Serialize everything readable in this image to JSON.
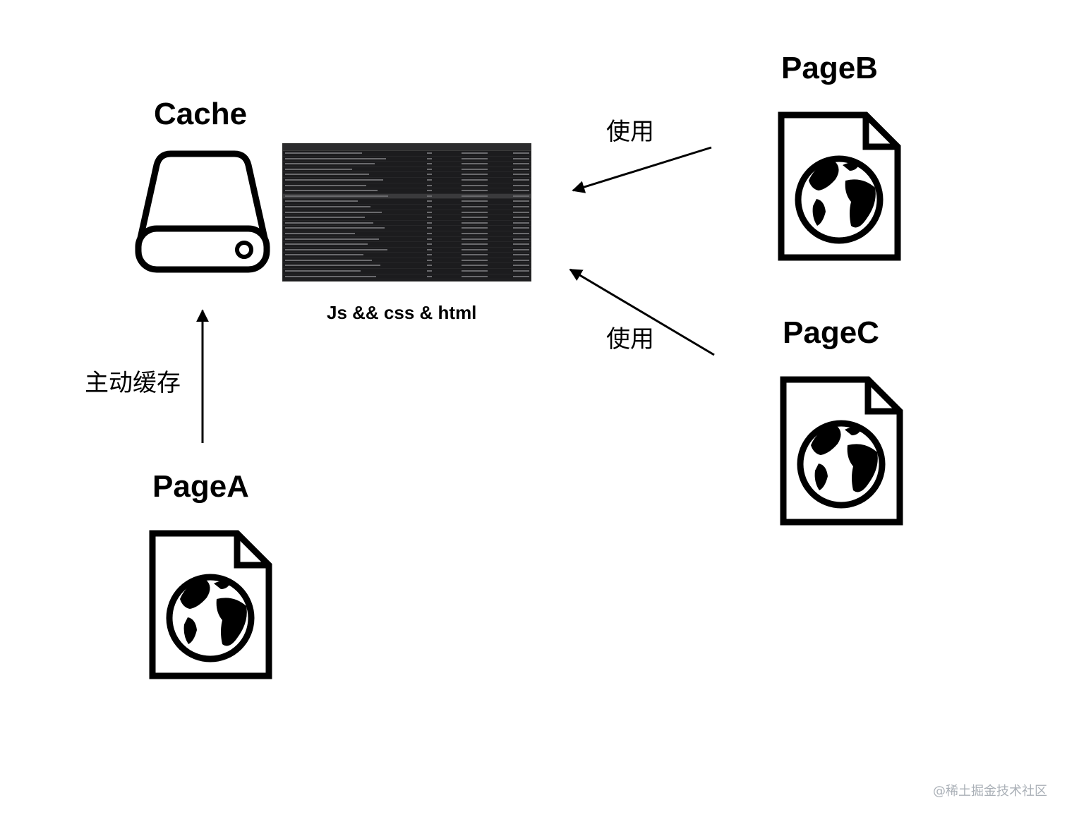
{
  "labels": {
    "cache": "Cache",
    "page_a": "PageA",
    "page_b": "PageB",
    "page_c": "PageC",
    "active_cache": "主动缓存",
    "use_b": "使用",
    "use_c": "使用",
    "resources": "Js && css & html",
    "watermark": "@稀土掘金技术社区"
  },
  "icons": {
    "cache": "hard-drive-icon",
    "page": "web-page-globe-icon"
  },
  "colors": {
    "foreground": "#000000",
    "background": "#ffffff",
    "watermark": "#aab0b7",
    "screenshot_bg": "#1c1c1e"
  }
}
